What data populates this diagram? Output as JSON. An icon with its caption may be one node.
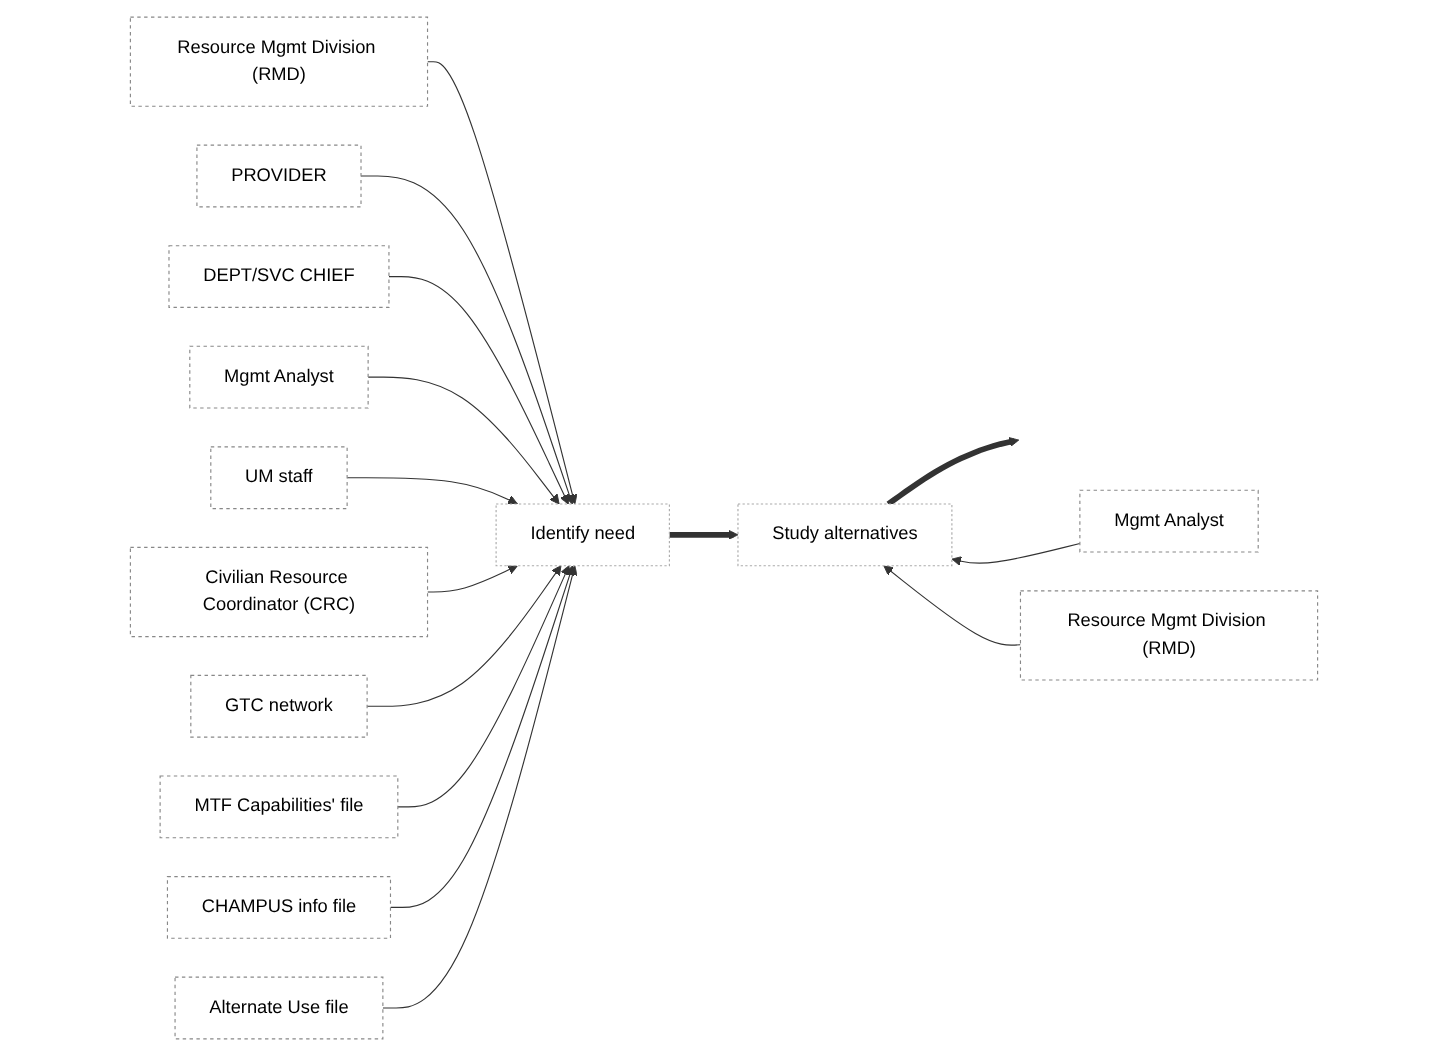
{
  "diagram": {
    "nodes": [
      {
        "text": [
          "Resource Mgmt Division (RMD)"
        ]
      },
      {
        "text": [
          "PROVIDER"
        ]
      },
      {
        "text": [
          "DEPT/SVC CHIEF"
        ]
      },
      {
        "text": [
          "Mgmt Analyst"
        ]
      },
      {
        "text": [
          "Identify need"
        ]
      },
      {
        "text": [
          "UM staff"
        ]
      },
      {
        "text": [
          "Civilian Resource Coordinator (CRC)"
        ]
      },
      {
        "text": [
          "GTC network"
        ]
      },
      {
        "text": [
          "MTF Capabilities' file"
        ]
      },
      {
        "text": [
          "CHAMPUS info file"
        ]
      },
      {
        "text": [
          "Alternate Use file"
        ]
      },
      {
        "text": [
          "Study alternatives"
        ]
      },
      {
        "text": [
          "Mgmt Analyst"
        ]
      },
      {
        "text": [
          "Resource Mgmt Division (RMD)"
        ]
      }
    ],
    "edges": [
      {
        "from": 0,
        "to": 4,
        "arrow": "to"
      },
      {
        "from": 1,
        "to": 4,
        "arrow": "to"
      },
      {
        "from": 2,
        "to": 4,
        "arrow": "to"
      },
      {
        "from": 3,
        "to": 4,
        "arrow": "to"
      },
      {
        "from": 5,
        "to": 4,
        "arrow": "to"
      },
      {
        "from": 6,
        "to": 4,
        "arrow": "to"
      },
      {
        "from": 7,
        "to": 4,
        "arrow": "to"
      },
      {
        "from": 8,
        "to": 4,
        "arrow": "to"
      },
      {
        "from": 9,
        "to": 4,
        "arrow": "to"
      },
      {
        "from": 10,
        "to": 4,
        "arrow": "to"
      },
      {
        "from": 4,
        "to": 11,
        "arrow": "to",
        "style": "thick"
      },
      {
        "from": 11,
        "to": null,
        "arrow": "to",
        "style": "thick"
      },
      {
        "from": 12,
        "to": 11,
        "arrow": "to"
      },
      {
        "from": 13,
        "to": 11,
        "arrow": "to"
      }
    ]
  }
}
